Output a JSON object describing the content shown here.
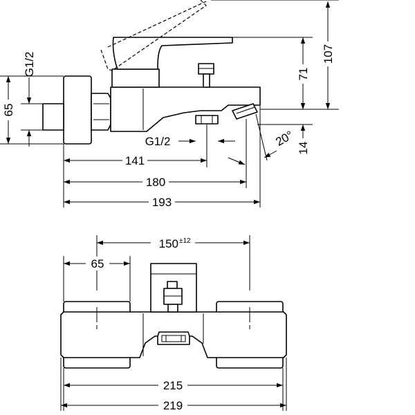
{
  "side_view": {
    "thread_left": "G1/2",
    "height_left": "65",
    "height_total": "107",
    "height_spout": "71",
    "drop_spout": "14",
    "thread_bottom": "G1/2",
    "angle": "20°",
    "len_141": "141",
    "len_180": "180",
    "len_193": "193"
  },
  "front_view": {
    "center_distance": "150",
    "center_tolerance": "±12",
    "rosette_width": "65",
    "width_215": "215",
    "width_219": "219"
  }
}
